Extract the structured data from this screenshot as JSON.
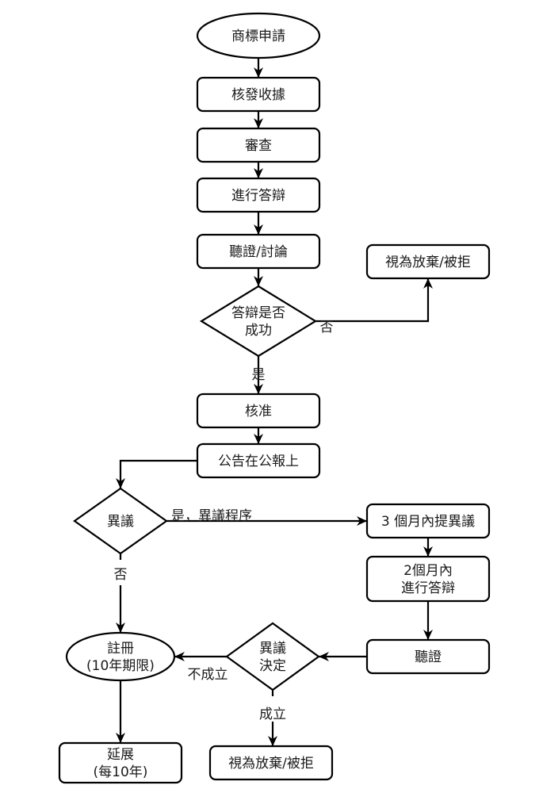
{
  "diagram": {
    "type": "flowchart",
    "nodes": [
      {
        "id": "apply",
        "shape": "ellipse",
        "lines": [
          "商標申請"
        ]
      },
      {
        "id": "receipt",
        "shape": "rect",
        "lines": [
          "核發收據"
        ]
      },
      {
        "id": "examine",
        "shape": "rect",
        "lines": [
          "審查"
        ]
      },
      {
        "id": "respond",
        "shape": "rect",
        "lines": [
          "進行答辯"
        ]
      },
      {
        "id": "hearing",
        "shape": "rect",
        "lines": [
          "聽證/討論"
        ]
      },
      {
        "id": "success",
        "shape": "diamond",
        "lines": [
          "答辯是否",
          "成功"
        ]
      },
      {
        "id": "rejected1",
        "shape": "rect",
        "lines": [
          "視為放棄/被拒"
        ]
      },
      {
        "id": "approve",
        "shape": "rect",
        "lines": [
          "核准"
        ]
      },
      {
        "id": "publish",
        "shape": "rect",
        "lines": [
          "公告在公報上"
        ]
      },
      {
        "id": "opposition",
        "shape": "diamond",
        "lines": [
          "異議"
        ]
      },
      {
        "id": "file_opp",
        "shape": "rect",
        "lines": [
          "3 個月內提異議"
        ]
      },
      {
        "id": "respond2",
        "shape": "rect",
        "lines": [
          "2個月內",
          "進行答辯"
        ]
      },
      {
        "id": "hearing2",
        "shape": "rect",
        "lines": [
          "聽證"
        ]
      },
      {
        "id": "decision",
        "shape": "diamond",
        "lines": [
          "異議",
          "決定"
        ]
      },
      {
        "id": "register",
        "shape": "ellipse",
        "lines": [
          "註冊",
          "(10年期限)"
        ]
      },
      {
        "id": "renew",
        "shape": "rect",
        "lines": [
          "延展",
          "(每10年)"
        ]
      },
      {
        "id": "rejected2",
        "shape": "rect",
        "lines": [
          "視為放棄/被拒"
        ]
      }
    ],
    "edges": [
      {
        "from": "apply",
        "to": "receipt",
        "label": ""
      },
      {
        "from": "receipt",
        "to": "examine",
        "label": ""
      },
      {
        "from": "examine",
        "to": "respond",
        "label": ""
      },
      {
        "from": "respond",
        "to": "hearing",
        "label": ""
      },
      {
        "from": "hearing",
        "to": "success",
        "label": ""
      },
      {
        "from": "success",
        "to": "rejected1",
        "label": "否"
      },
      {
        "from": "success",
        "to": "approve",
        "label": "是"
      },
      {
        "from": "approve",
        "to": "publish",
        "label": ""
      },
      {
        "from": "publish",
        "to": "opposition",
        "label": ""
      },
      {
        "from": "opposition",
        "to": "file_opp",
        "label": "是，異議程序"
      },
      {
        "from": "opposition",
        "to": "register",
        "label": "否"
      },
      {
        "from": "file_opp",
        "to": "respond2",
        "label": ""
      },
      {
        "from": "respond2",
        "to": "hearing2",
        "label": ""
      },
      {
        "from": "hearing2",
        "to": "decision",
        "label": ""
      },
      {
        "from": "decision",
        "to": "register",
        "label": "不成立"
      },
      {
        "from": "decision",
        "to": "rejected2",
        "label": "成立"
      },
      {
        "from": "register",
        "to": "renew",
        "label": ""
      }
    ]
  }
}
